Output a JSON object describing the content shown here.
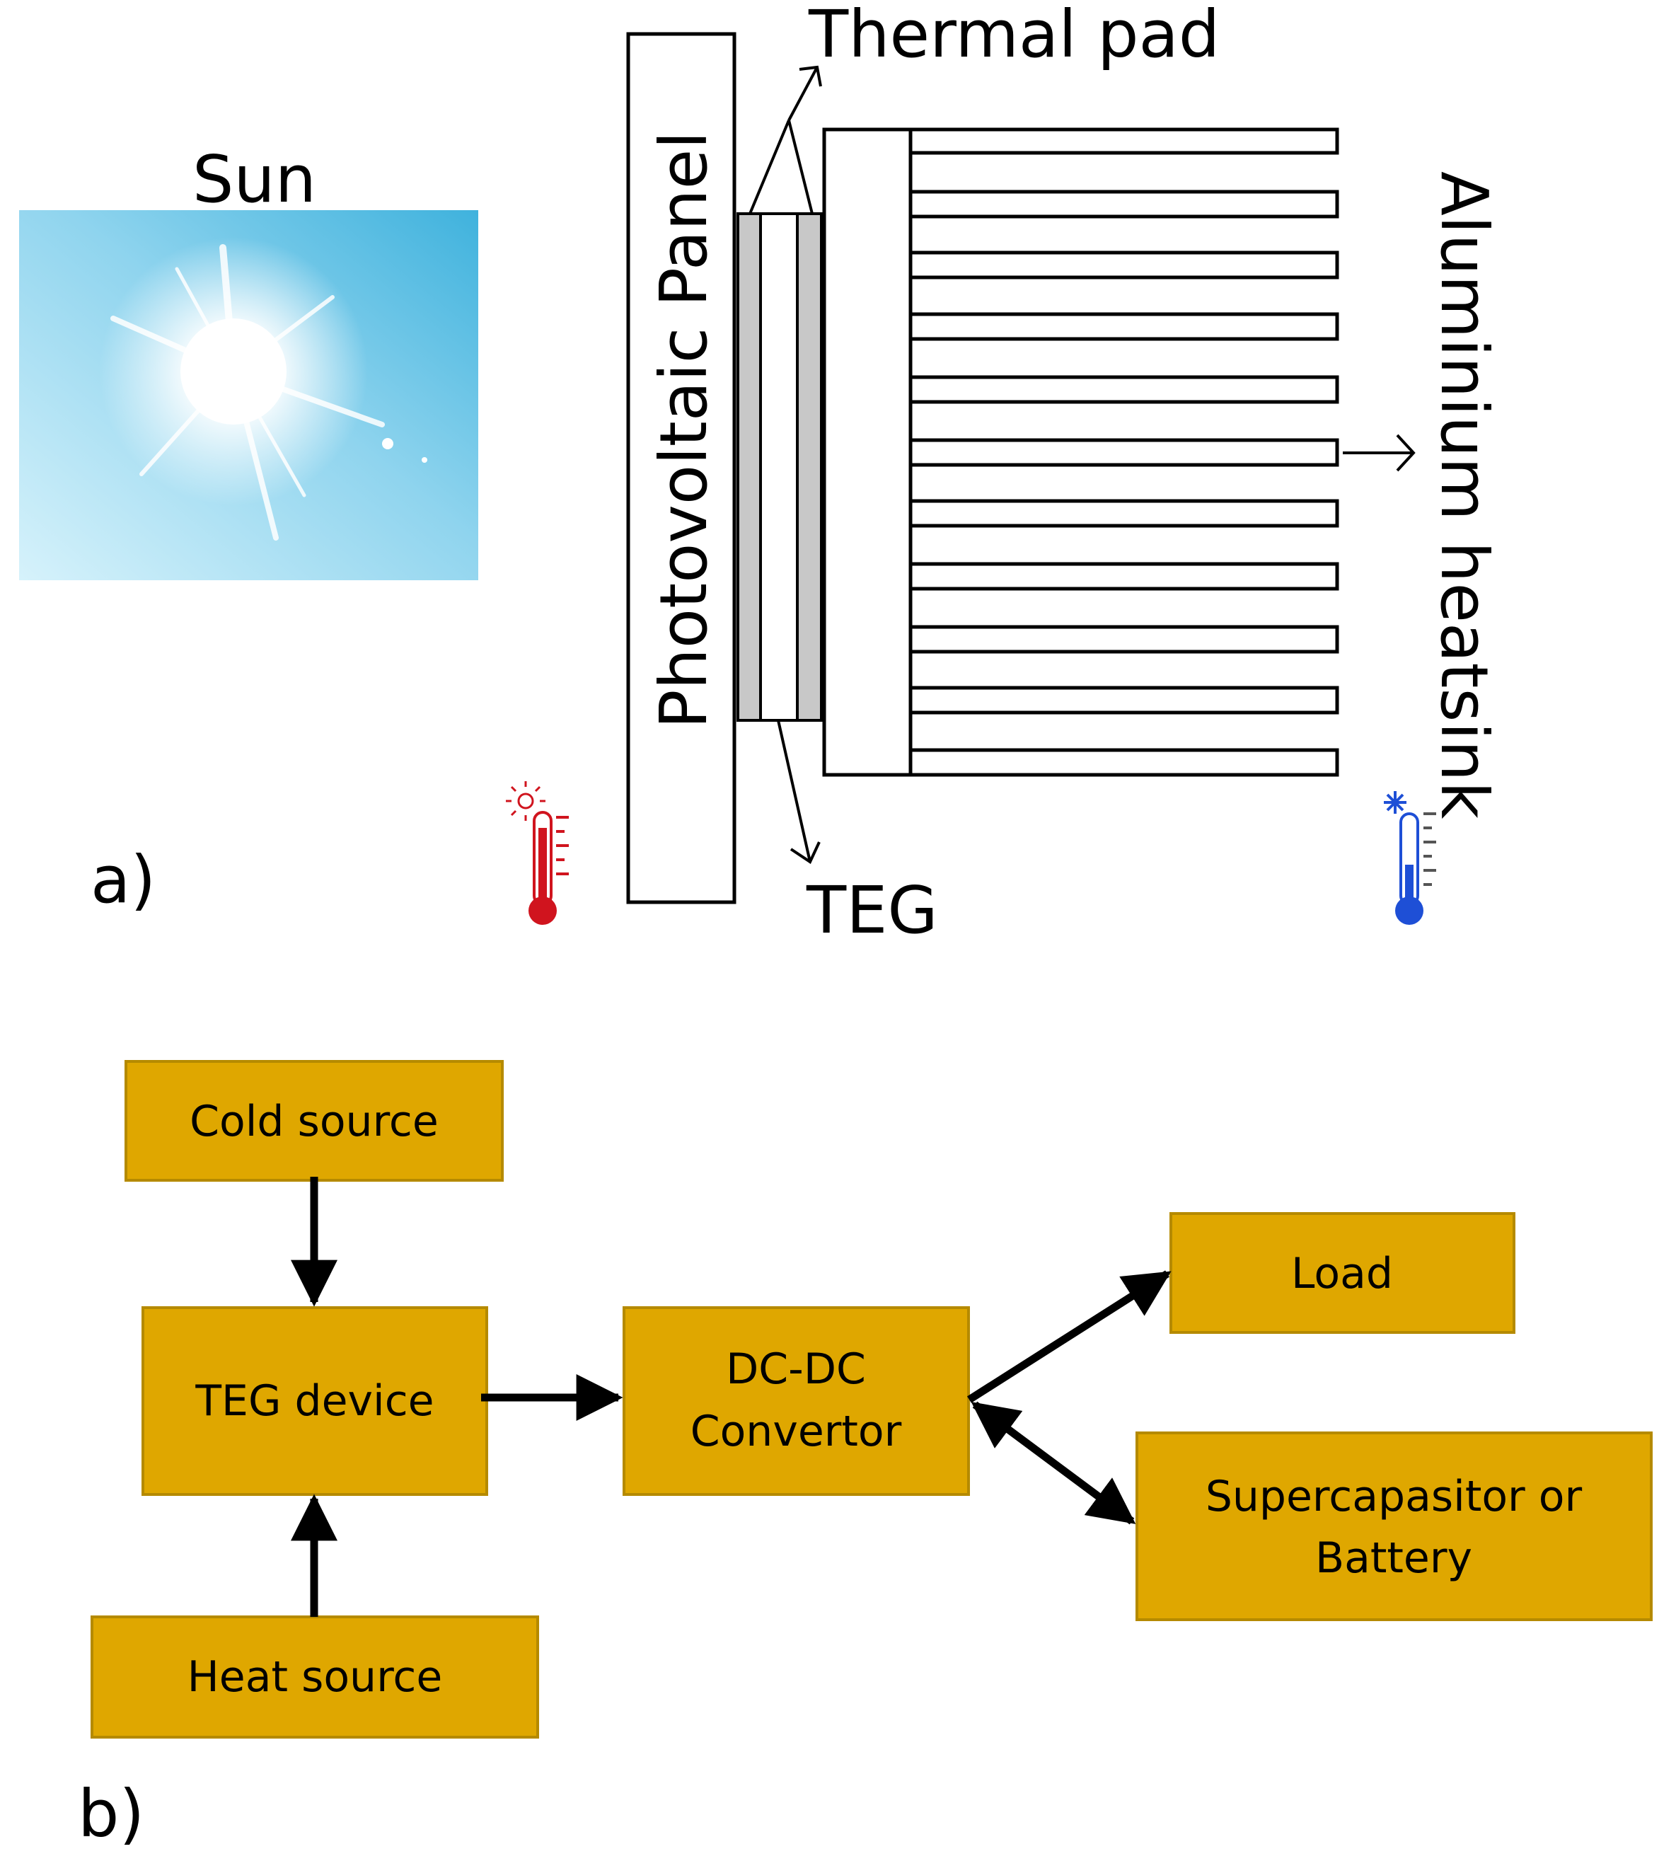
{
  "panel_a": {
    "tag": "a)",
    "sun_label": "Sun",
    "thermal_pad_label": "Thermal pad",
    "pv_panel_label": "Photovoltaic Panel",
    "heatsink_label": "Aluminium heatsink",
    "teg_label": "TEG",
    "hot_thermometer_icon": "hot-thermometer-icon",
    "cold_thermometer_icon": "cold-thermometer-icon",
    "colors": {
      "hot": "#d0141e",
      "cold": "#1e4fd6",
      "pad": "#c8c8c8",
      "sky": "#3fb2dd"
    }
  },
  "panel_b": {
    "tag": "b)",
    "box_color": "#dfa700",
    "boxes": {
      "cold_source": "Cold source",
      "teg_device": "TEG device",
      "heat_source": "Heat source",
      "dcdc_line1": "DC-DC",
      "dcdc_line2": "Convertor",
      "load": "Load",
      "storage_line1": "Supercapasitor or",
      "storage_line2": "Battery"
    }
  }
}
